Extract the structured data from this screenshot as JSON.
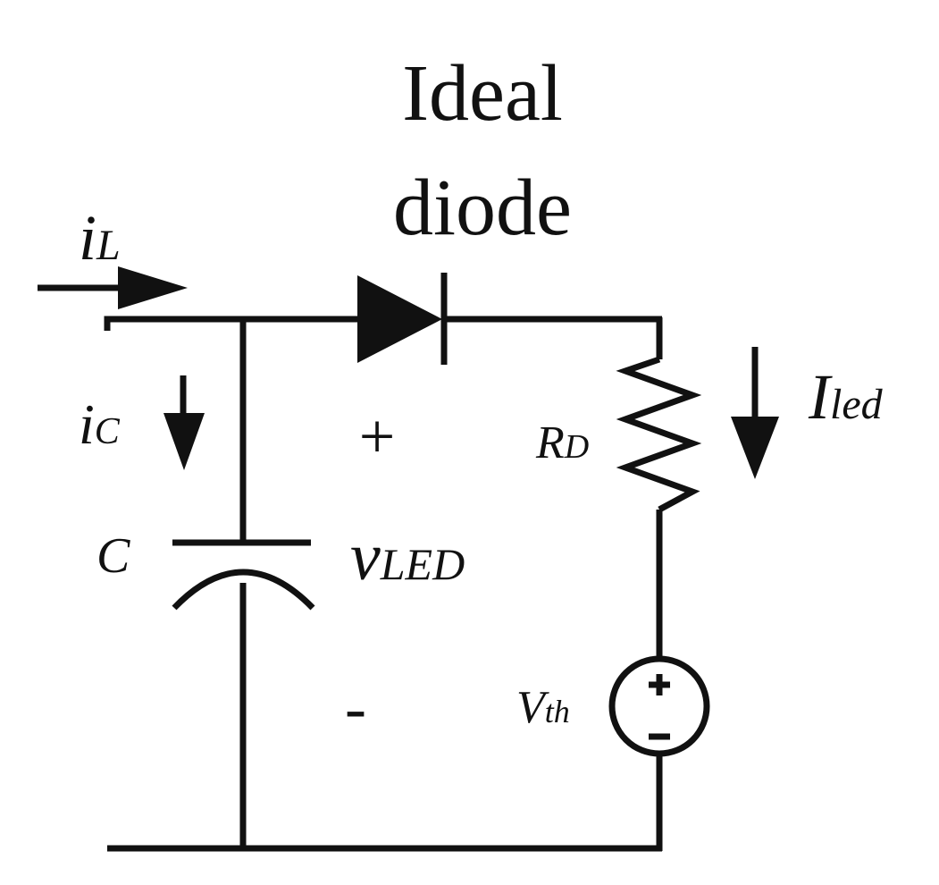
{
  "diagram": {
    "title_line1": "Ideal",
    "title_line2": "diode",
    "labels": {
      "inductor_current": {
        "main": "i",
        "sub": "L"
      },
      "capacitor_current": {
        "main": "i",
        "sub": "C"
      },
      "capacitor": "C",
      "plus_sign": "+",
      "minus_sign": "-",
      "led_voltage": {
        "main": "v",
        "sub": "LED"
      },
      "resistor": {
        "main": "R",
        "sub": "D"
      },
      "led_current": {
        "main": "I",
        "sub": "led"
      },
      "threshold_source": {
        "main": "V",
        "sub": "th"
      }
    }
  }
}
